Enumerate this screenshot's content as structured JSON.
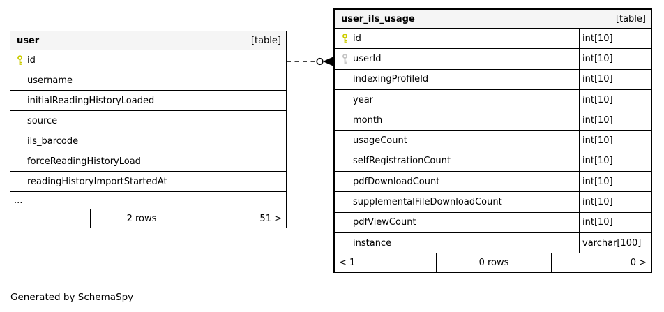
{
  "diagram": {
    "generator_note": "Generated by SchemaSpy",
    "relationship": {
      "from_table": "user",
      "from_column": "id",
      "to_table": "user_ils_usage",
      "to_column": "userId",
      "line_style": "dashed-implied-foreign-key"
    }
  },
  "colors": {
    "table_border": "#000000",
    "header_background": "#f5f5f5",
    "row_background": "#ffffff",
    "primary_key_icon": "#cccc00",
    "foreign_key_icon": "#c4c4c4",
    "text": "#000000",
    "page_background": "#ffffff"
  },
  "tables": [
    {
      "name": "user",
      "badge": "[table]",
      "columns": [
        {
          "name": "id",
          "key": "primary"
        },
        {
          "name": "username"
        },
        {
          "name": "initialReadingHistoryLoaded"
        },
        {
          "name": "source"
        },
        {
          "name": "ils_barcode"
        },
        {
          "name": "forceReadingHistoryLoad"
        },
        {
          "name": "readingHistoryImportStartedAt"
        }
      ],
      "ellipsis": "...",
      "footer": {
        "left": "",
        "center": "2 rows",
        "right": "51 >"
      }
    },
    {
      "name": "user_ils_usage",
      "badge": "[table]",
      "columns": [
        {
          "name": "id",
          "type": "int[10]",
          "key": "primary"
        },
        {
          "name": "userId",
          "type": "int[10]",
          "key": "foreign"
        },
        {
          "name": "indexingProfileId",
          "type": "int[10]"
        },
        {
          "name": "year",
          "type": "int[10]"
        },
        {
          "name": "month",
          "type": "int[10]"
        },
        {
          "name": "usageCount",
          "type": "int[10]"
        },
        {
          "name": "selfRegistrationCount",
          "type": "int[10]"
        },
        {
          "name": "pdfDownloadCount",
          "type": "int[10]"
        },
        {
          "name": "supplementalFileDownloadCount",
          "type": "int[10]"
        },
        {
          "name": "pdfViewCount",
          "type": "int[10]"
        },
        {
          "name": "instance",
          "type": "varchar[100]"
        }
      ],
      "footer": {
        "left": "< 1",
        "center": "0 rows",
        "right": "0 >"
      }
    }
  ]
}
